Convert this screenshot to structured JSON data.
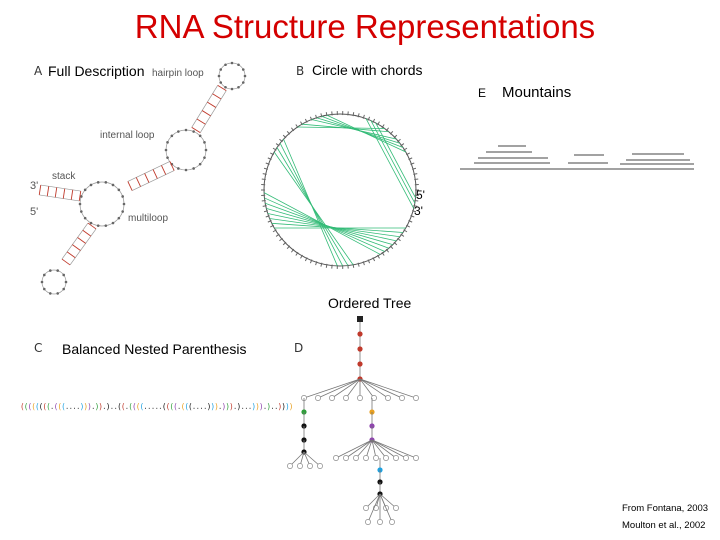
{
  "title": "RNA Structure Representations",
  "panels": {
    "a": {
      "letter": "A",
      "label": "Full Description",
      "annotations": {
        "hairpin": "hairpin loop",
        "internal": "internal loop",
        "stack": "stack",
        "multiloop": "multiloop",
        "three_prime": "3'",
        "five_prime": "5'"
      }
    },
    "b": {
      "letter": "B",
      "label": "Circle with chords",
      "five_prime": "5'",
      "three_prime": "3'"
    },
    "e": {
      "letter": "E",
      "label": "Mountains"
    },
    "d": {
      "letter": "D",
      "label": "Ordered Tree"
    },
    "c": {
      "letter": "C",
      "label": "Balanced Nested Parenthesis",
      "parenthesis": "((((((((.(((....))).)).)..((.((((.....((((.(((....))).))).)...))).)..))))"
    }
  },
  "credits": {
    "line1": "From Fontana, 2003",
    "line2": "Moulton et al., 2002"
  },
  "colors": {
    "title": "#d40000",
    "chord": "#33bb77",
    "dot_red": "#c0392b",
    "dot_green": "#2e9e3a",
    "dot_orange": "#e8a020",
    "dot_purple": "#8e44ad",
    "dot_blue": "#1da1e0",
    "dot_black": "#111111"
  }
}
